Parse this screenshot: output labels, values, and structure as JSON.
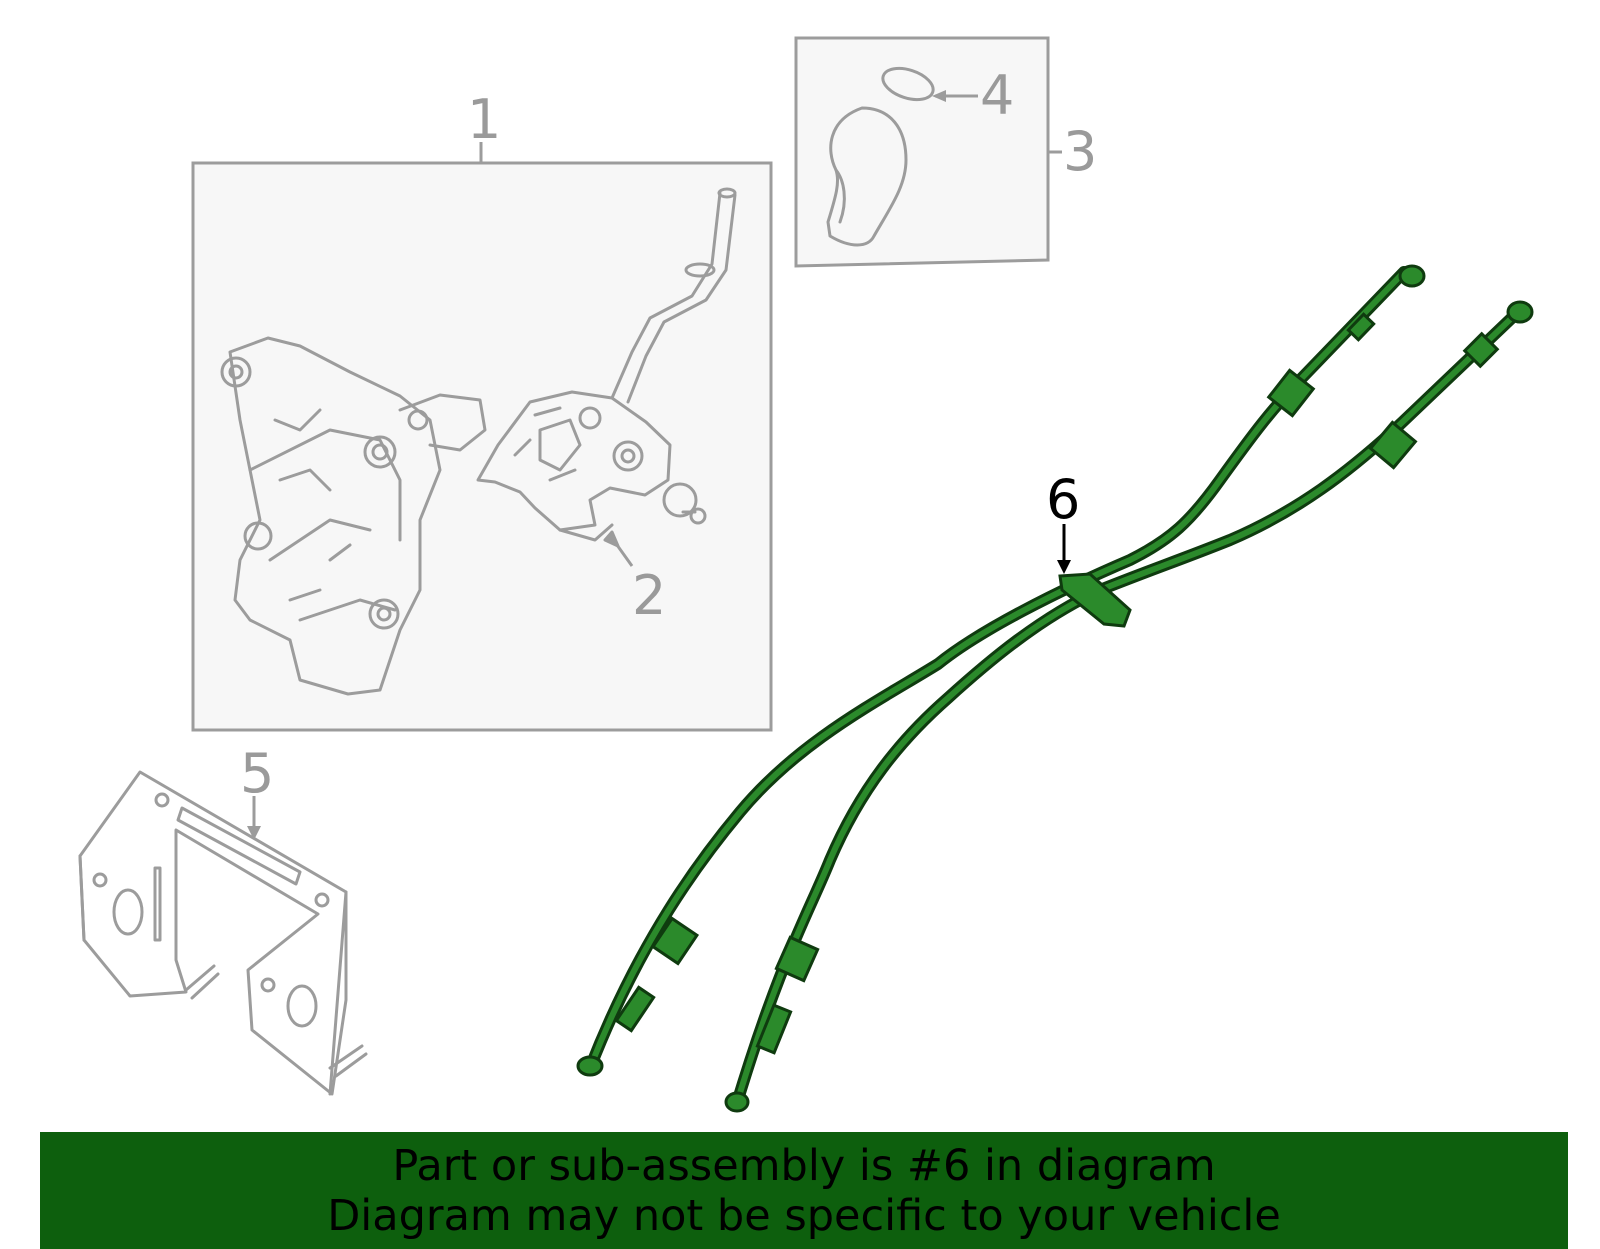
{
  "callouts": {
    "c1": "1",
    "c2": "2",
    "c3": "3",
    "c4": "4",
    "c5": "5",
    "c6": "6"
  },
  "highlight_color": "#2b8a2b",
  "banner": {
    "line1": "Part or sub-assembly is #6 in diagram",
    "line2": "Diagram may not be specific to your vehicle",
    "background": "#0d5f0d"
  }
}
